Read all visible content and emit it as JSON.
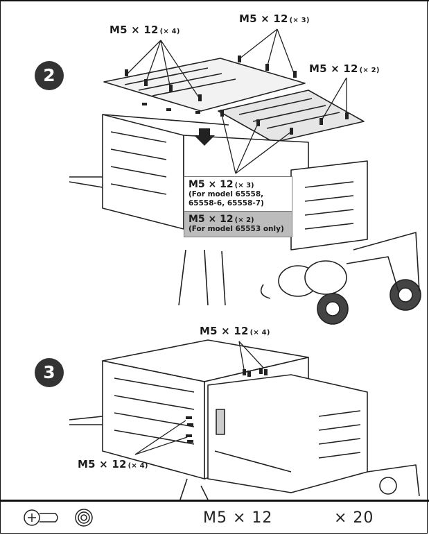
{
  "step2": {
    "number": "2",
    "top_left_label": {
      "size": "M5 × 12",
      "qty": "(× 4)"
    },
    "top_mid_label": {
      "size": "M5 × 12",
      "qty": "(× 3)"
    },
    "right_label": {
      "size": "M5 × 12",
      "qty": "(× 2)"
    },
    "callout": {
      "a_size": "M5 × 12",
      "a_qty": "(× 3)",
      "a_note": "(For model 65558, 65558-6, 65558-7)",
      "b_size": "M5 × 12",
      "b_qty": "(× 2)",
      "b_note": "(For model 65553 only)"
    }
  },
  "step3": {
    "number": "3",
    "top_label": {
      "size": "M5 × 12",
      "qty": "(× 4)"
    },
    "side_label": {
      "size": "M5 × 12",
      "qty": "(× 4)"
    }
  },
  "footer": {
    "spec": "M5 × 12",
    "count": "× 20",
    "icons": [
      "screw-icon",
      "washer-icon"
    ]
  },
  "colors": {
    "ink": "#1d1d1d",
    "highlight": "#bcbcbc",
    "step_badge": "#333333"
  }
}
